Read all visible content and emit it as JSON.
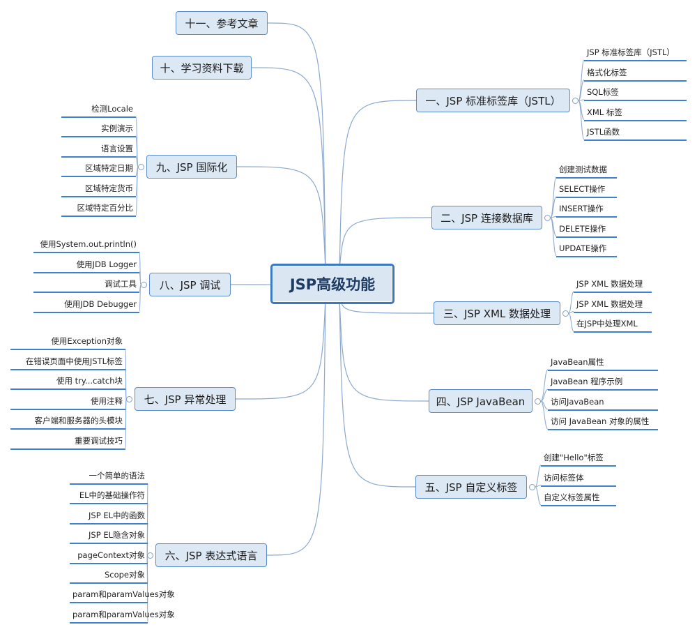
{
  "central": "JSP高级功能",
  "branches": [
    {
      "label": "一、JSP 标准标签库（JSTL）",
      "items": [
        "JSP 标准标签库（JSTL）",
        "格式化标签",
        "SQL标签",
        "XML 标签",
        "JSTL函数"
      ]
    },
    {
      "label": "二、JSP 连接数据库",
      "items": [
        "创建测试数据",
        "SELECT操作",
        "INSERT操作",
        "DELETE操作",
        "UPDATE操作"
      ]
    },
    {
      "label": "三、JSP XML 数据处理",
      "items": [
        "JSP XML 数据处理",
        "JSP XML 数据处理",
        "在JSP中处理XML"
      ]
    },
    {
      "label": "四、JSP JavaBean",
      "items": [
        "JavaBean属性",
        "JavaBean 程序示例",
        "访问JavaBean",
        "访问 JavaBean 对象的属性"
      ]
    },
    {
      "label": "五、JSP 自定义标签",
      "items": [
        "创建\"Hello\"标签",
        "访问标签体",
        "自定义标签属性"
      ]
    },
    {
      "label": "六、JSP 表达式语言",
      "items": [
        "一个简单的语法",
        "EL中的基础操作符",
        "JSP EL中的函数",
        "JSP EL隐含对象",
        "pageContext对象",
        "Scope对象",
        "param和paramValues对象",
        "param和paramValues对象"
      ]
    },
    {
      "label": "七、JSP 异常处理",
      "items": [
        "使用Exception对象",
        "在错误页面中使用JSTL标签",
        "使用 try...catch块",
        "使用注释",
        "客户端和服务器的头模块",
        "重要调试技巧"
      ]
    },
    {
      "label": "八、JSP 调试",
      "items": [
        "使用System.out.println()",
        "使用JDB Logger",
        "调试工具",
        "使用JDB Debugger"
      ]
    },
    {
      "label": "九、JSP 国际化",
      "items": [
        "检测Locale",
        "实例演示",
        "语言设置",
        "区域特定日期",
        "区域特定货币",
        "区域特定百分比"
      ]
    },
    {
      "label": "十、学习资料下载",
      "items": []
    },
    {
      "label": "十一、参考文章",
      "items": []
    }
  ],
  "colors": {
    "branch_fill": "#dde8f5",
    "branch_border": "#5b8ccc",
    "leaf_line": "#3f7fcf",
    "connector": "#8aa8cf",
    "center_border": "#3a78c2"
  }
}
